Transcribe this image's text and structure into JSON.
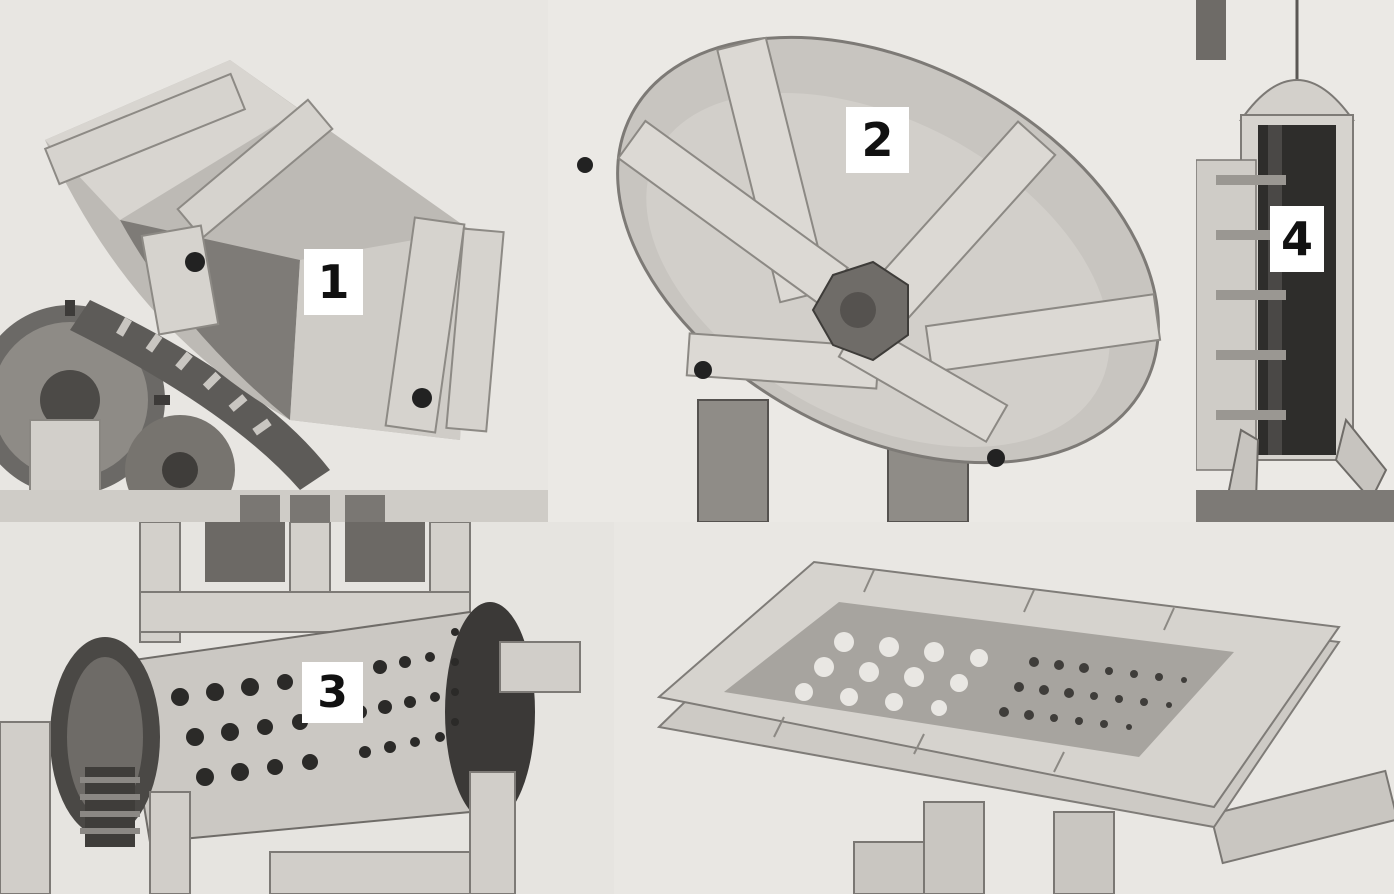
{
  "panels": [
    {
      "number": "1"
    },
    {
      "number": "2"
    },
    {
      "number": "3"
    },
    {
      "number": "4"
    }
  ],
  "colors": {
    "background": "#eceae6",
    "panel_light": "#e9e7e3",
    "part_light": "#cfccc7",
    "part_mid": "#a9a6a0",
    "part_dark": "#4a4845",
    "label_bg": "#ffffff",
    "label_text": "#111111"
  }
}
